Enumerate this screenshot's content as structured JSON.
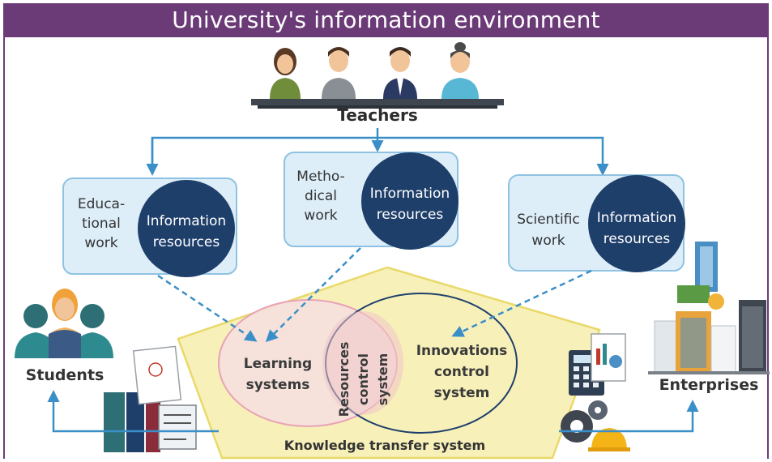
{
  "title": "University's information environment",
  "teachers_label": "Teachers",
  "work_boxes": [
    {
      "work_lines": [
        "Educa-",
        "tional",
        "work"
      ],
      "circle_lines": [
        "Information",
        "resources"
      ]
    },
    {
      "work_lines": [
        "Metho-",
        "dical",
        "work"
      ],
      "circle_lines": [
        "Information",
        "resources"
      ]
    },
    {
      "work_lines": [
        "Scientific",
        "work"
      ],
      "circle_lines": [
        "Information",
        "resources"
      ]
    }
  ],
  "venn": {
    "learning_lines": [
      "Learning",
      "systems"
    ],
    "resources_lines": [
      "Resources",
      "control",
      "system"
    ],
    "innovations_lines": [
      "Innovations",
      "control",
      "system"
    ]
  },
  "knowledge_label": "Knowledge transfer system",
  "students_label": "Students",
  "enterprises_label": "Enterprises",
  "colors": {
    "title_bg": "#6b3b77",
    "box_fill": "#ddeef9",
    "box_border": "#8fc2e2",
    "circle_fill": "#1f3f6b",
    "arrow": "#3a8fc8",
    "pentagon_fill": "#f7f0b9",
    "pentagon_border": "#e9d96a",
    "learning_circle": "#e8a3b5",
    "innovation_circle": "#1f3f6b"
  }
}
